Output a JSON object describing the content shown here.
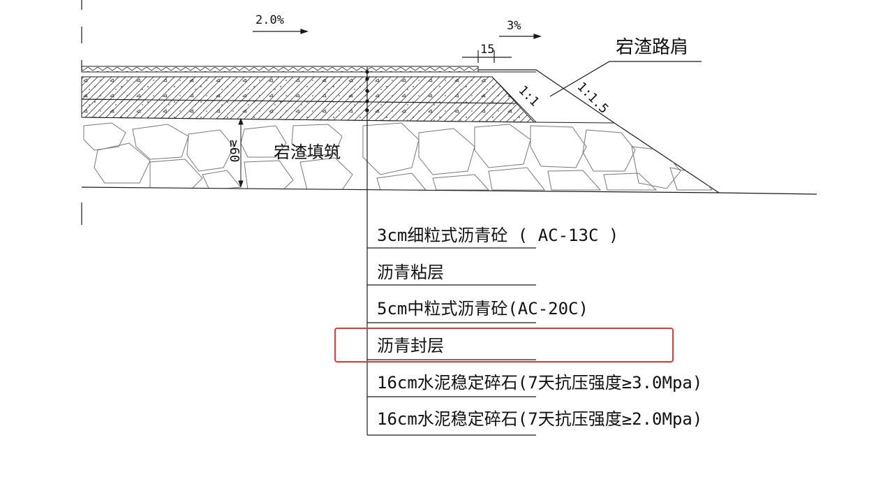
{
  "annotations": {
    "main_slope": "2.0%",
    "shoulder_slope": "3%",
    "offset_width": "15",
    "shoulder_label": "宕渣路肩",
    "fill_label": "宕渣填筑",
    "fill_thickness": "≥60",
    "slope_ratio_1": "1:1",
    "slope_ratio_2": "1:1.5"
  },
  "layers": [
    "3cm细粒式沥青砼 ( AC-13C )",
    "沥青粘层",
    "5cm中粒式沥青砼(AC-20C)",
    "沥青封层",
    "16cm水泥稳定碎石(7天抗压强度≥3.0Mpa)",
    "16cm水泥稳定碎石(7天抗压强度≥2.0Mpa)"
  ],
  "highlight": {
    "layer_index": 3,
    "color": "#e53935"
  },
  "colors": {
    "line": "#1a1a1a",
    "stone": "#777777"
  }
}
